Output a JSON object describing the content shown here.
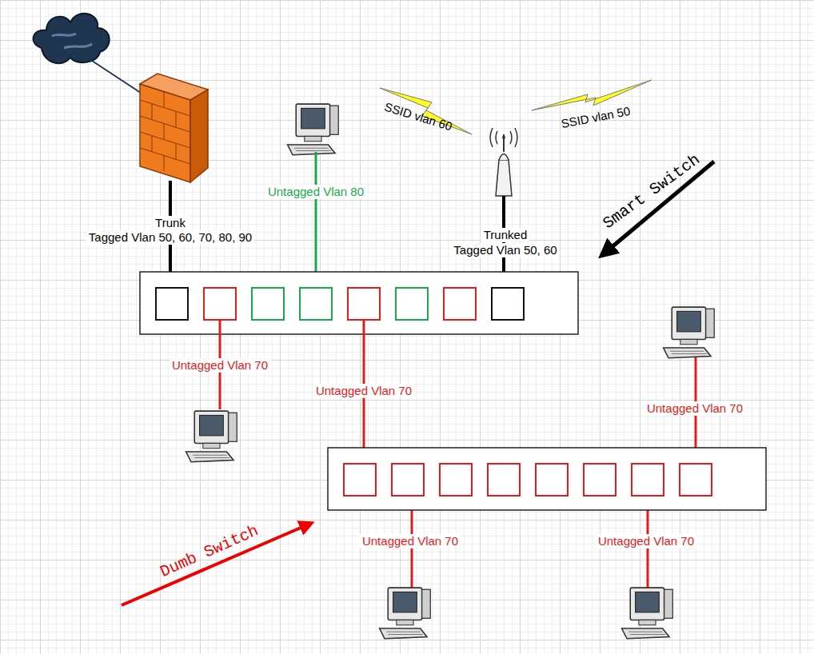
{
  "diagram": {
    "labels": [
      "SSID vlan 60",
      "SSID vlan 50",
      "Untagged Vlan 80",
      "Smart Switch",
      "Trunk",
      "Tagged Vlan 50, 60, 70, 80, 90",
      "Trunked",
      "Tagged Vlan 50, 60",
      "Untagged Vlan 70",
      "Untagged Vlan 70",
      "Untagged Vlan 70",
      "Untagged Vlan 70",
      "Untagged Vlan 70",
      "Dumb Switch"
    ]
  }
}
